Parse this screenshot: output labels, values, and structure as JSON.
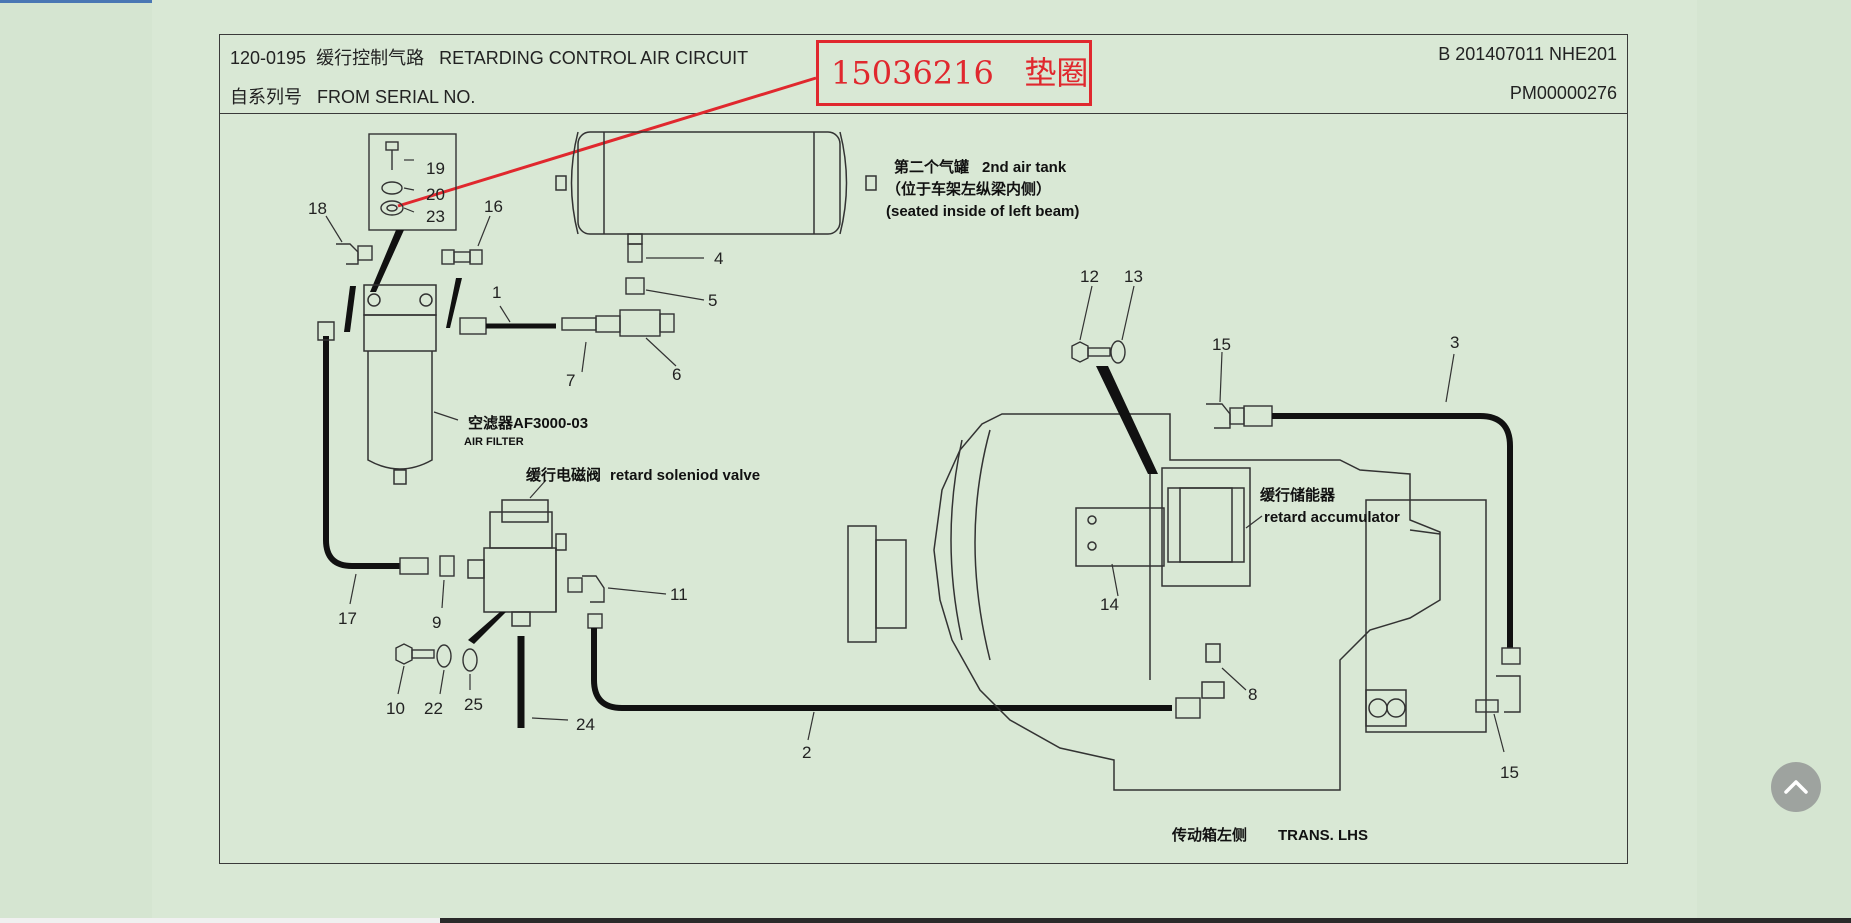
{
  "header": {
    "part_code": "120-0195",
    "title_cn": "缓行控制气路",
    "title_en": "RETARDING CONTROL AIR CIRCUIT",
    "serial_cn": "自系列号",
    "serial_en": "FROM SERIAL NO.",
    "doc_ref": "B 201407011 NHE201",
    "pm_no": "PM00000276"
  },
  "callout": {
    "part_number": "15036216",
    "part_name": "垫圈"
  },
  "diagram": {
    "part_labels": [
      "19",
      "20",
      "23",
      "18",
      "16",
      "1",
      "4",
      "5",
      "7",
      "6",
      "12",
      "13",
      "15",
      "3",
      "15",
      "14",
      "8",
      "17",
      "9",
      "11",
      "10",
      "22",
      "25",
      "24",
      "2"
    ],
    "captions": {
      "tank_cn": "第二个气罐",
      "tank_en": "2nd air tank",
      "tank_pos_cn": "（位于车架左纵梁内侧）",
      "tank_pos_en": "(seated inside of left beam)",
      "filter_cn": "空滤器AF3000-03",
      "filter_en": "AIR FILTER",
      "valve_cn": "缓行电磁阀",
      "valve_en": "retard soleniod valve",
      "accum_cn": "缓行储能器",
      "accum_en": "retard accumulator",
      "trans_cn": "传动箱左侧",
      "trans_en": "TRANS. LHS"
    }
  },
  "colors": {
    "background": "#d9e8d5",
    "callout": "#e0282e",
    "line": "#222222"
  },
  "icons": {
    "scroll_top": "chevron-up-icon"
  }
}
